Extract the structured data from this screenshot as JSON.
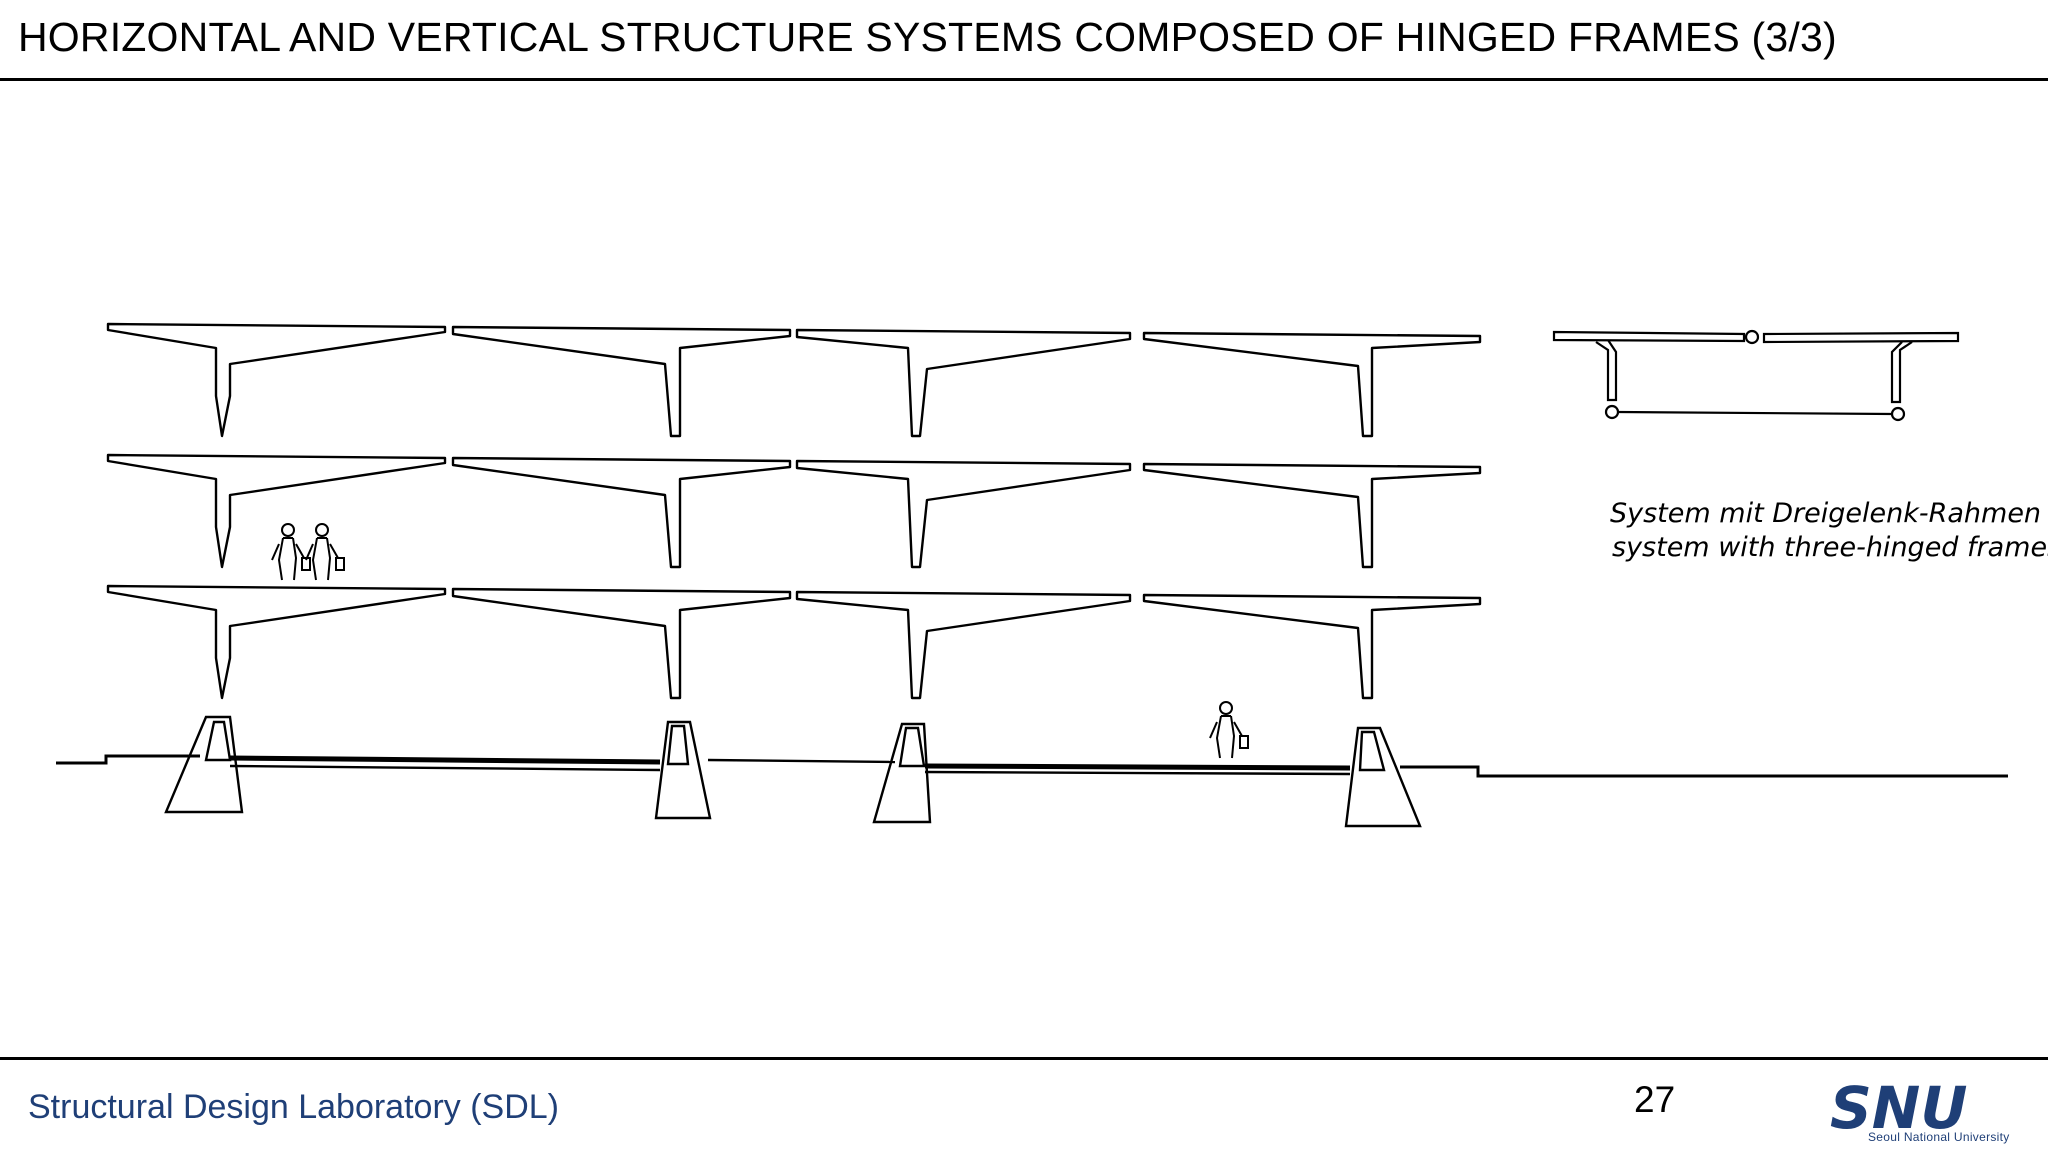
{
  "slide": {
    "title": "HORIZONTAL AND VERTICAL STRUCTURE SYSTEMS COMPOSED OF HINGED FRAMES (3/3)",
    "page_number": "27"
  },
  "footer": {
    "lab_name": "Structural Design Laboratory (SDL)",
    "logo_text": "SNU",
    "logo_caption": "Seoul National University",
    "logo_color": "#1f3f77"
  },
  "diagram": {
    "caption_line1": "System  mit  Dreigelenk-Rahmen",
    "caption_line2": "system with three-hinged frames"
  }
}
